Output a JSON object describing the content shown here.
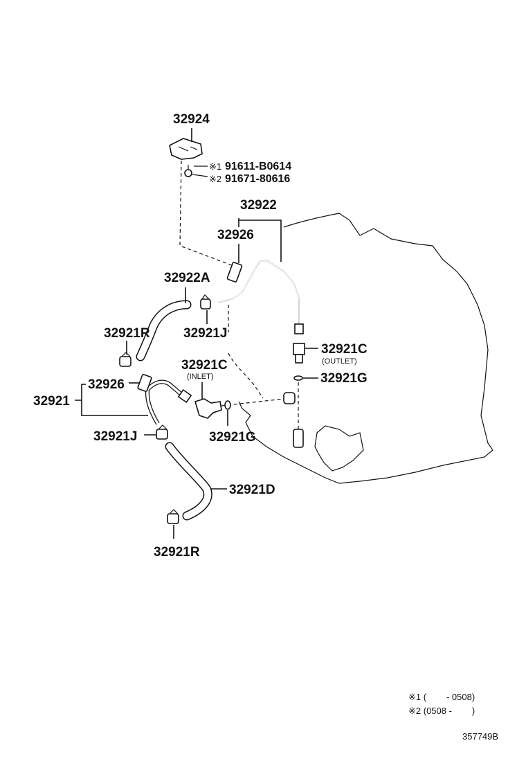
{
  "labels": {
    "p32924": "32924",
    "p91611": "91611-B0614",
    "p91671": "91671-80616",
    "mark1": "※1",
    "mark2": "※2",
    "p32922": "32922",
    "p32926_top": "32926",
    "p32922A": "32922A",
    "p32921R_top": "32921R",
    "p32921J_top": "32921J",
    "p32921C_out": "32921C",
    "outlet": "(OUTLET)",
    "p32921C_in": "32921C",
    "inlet": "(INLET)",
    "p32921G_right": "32921G",
    "p32926_left": "32926",
    "p32921": "32921",
    "p32921J_left": "32921J",
    "p32921G_bottom": "32921G",
    "p32921D": "32921D",
    "p32921R_bottom": "32921R"
  },
  "notes": {
    "note1": "※1 (        - 0508)",
    "note2": "※2 (0508 -        )"
  },
  "figure_number": "357749B"
}
